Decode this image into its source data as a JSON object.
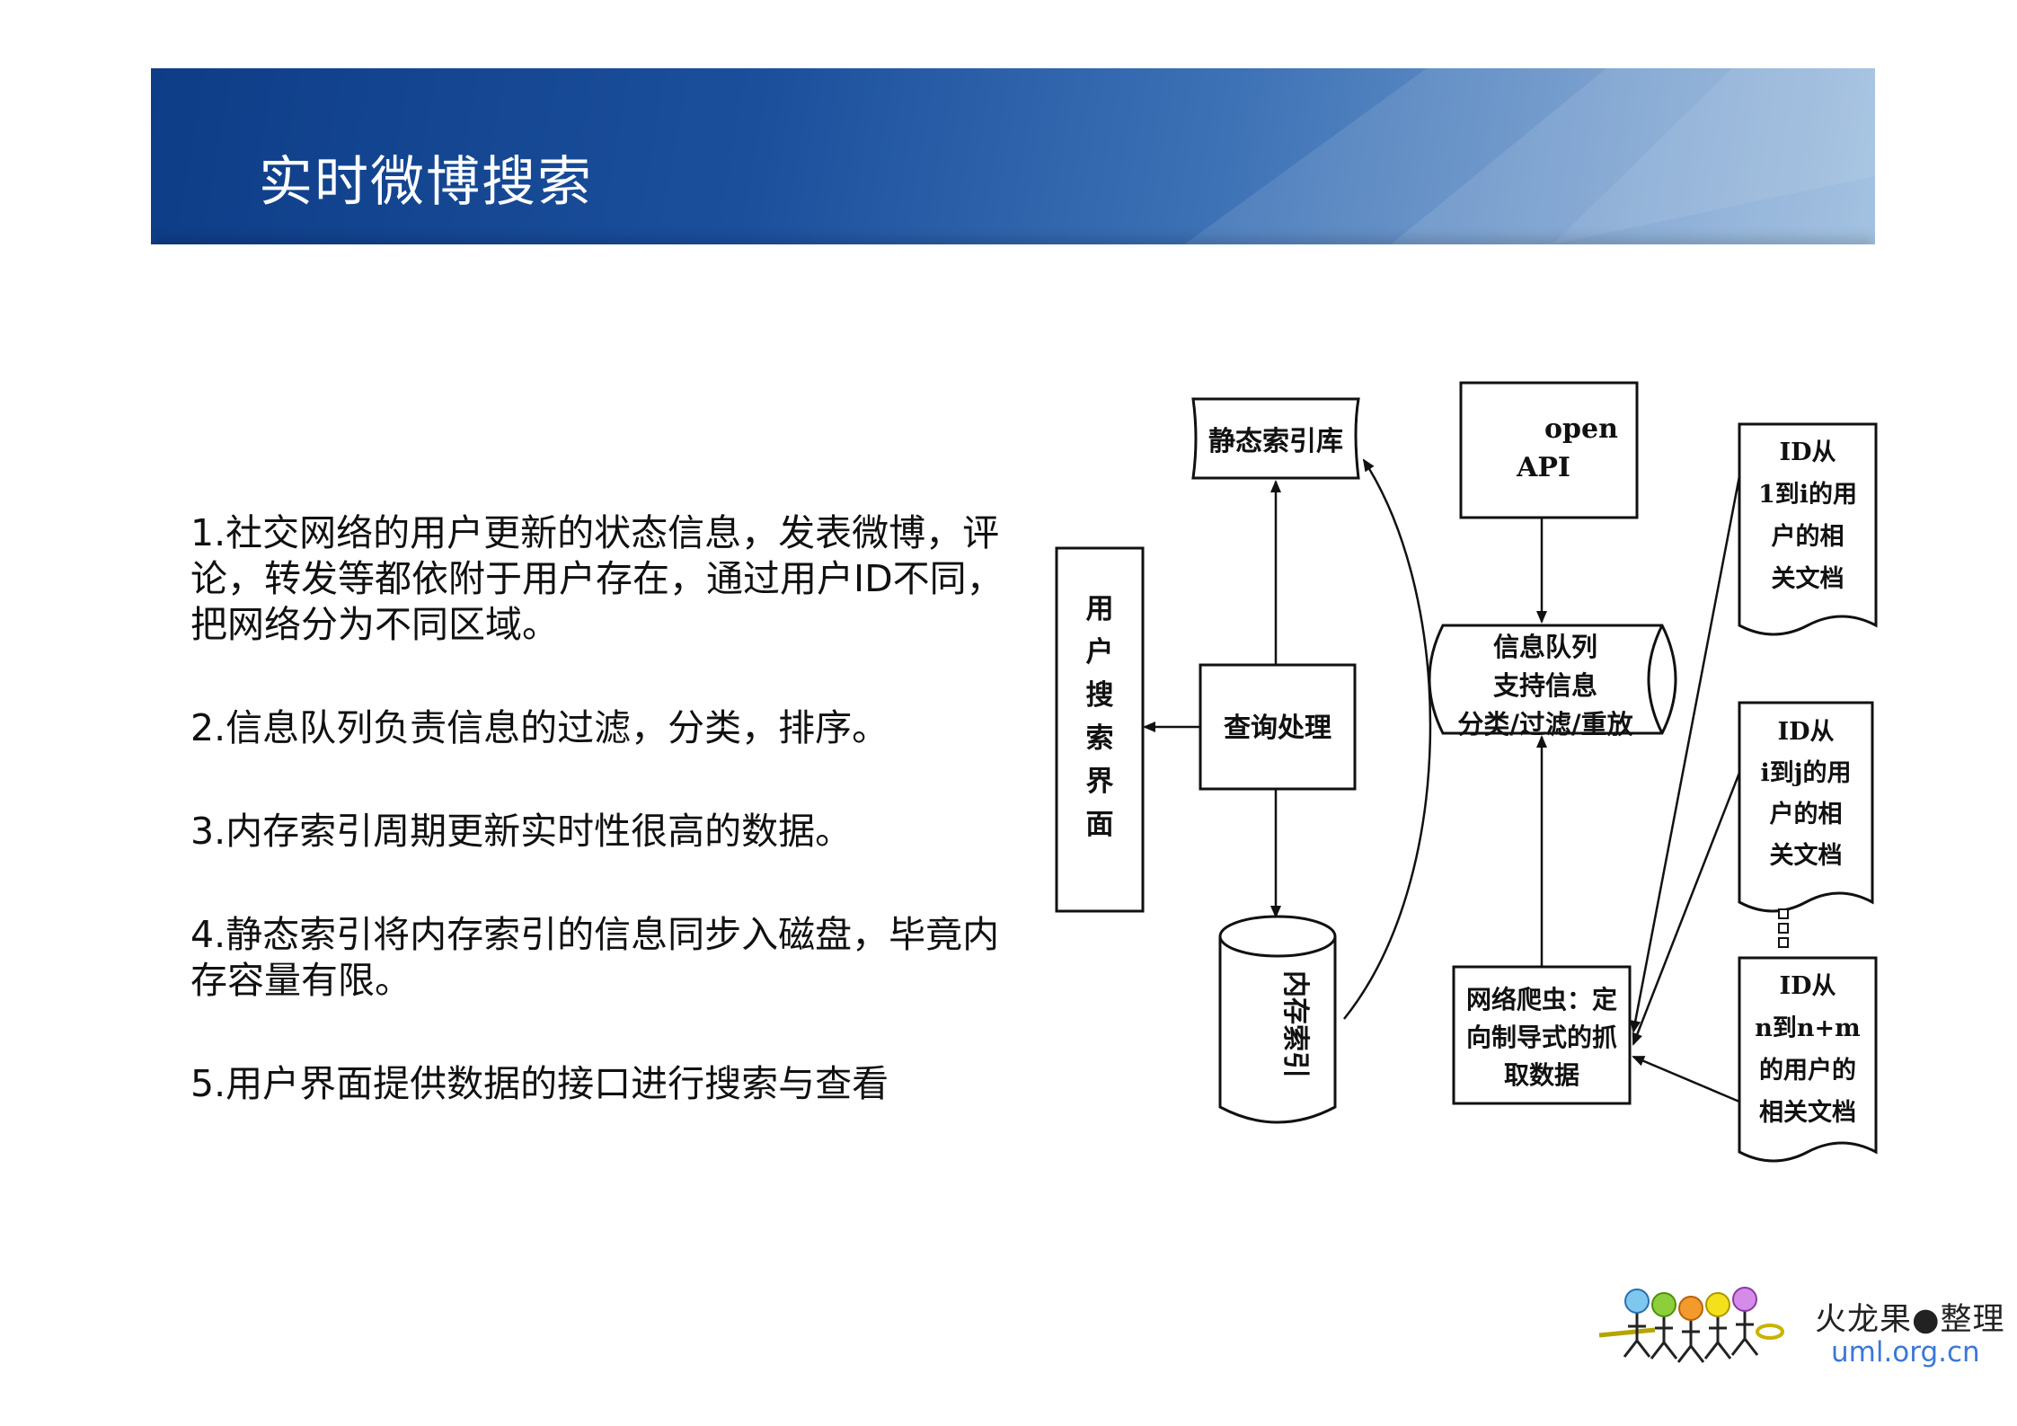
{
  "slide": {
    "title": "实时微博搜索",
    "points": [
      "1.社交网络的用户更新的状态信息，发表微博，评论，转发等都依附于用户存在，通过用户ID不同，把网络分为不同区域。",
      "2.信息队列负责信息的过滤，分类，排序。",
      "3.内存索引周期更新实时性很高的数据。",
      "4.静态索引将内存索引的信息同步入磁盘，毕竟内存容量有限。",
      "5.用户界面提供数据的接口进行搜索与查看"
    ]
  },
  "diagram": {
    "static_index": "静态索引库",
    "open_api": [
      "open",
      "API"
    ],
    "user_interface": [
      "用",
      "户",
      "搜",
      "索",
      "界",
      "面"
    ],
    "query": "查询处理",
    "queue": [
      "信息队列",
      "支持信息",
      "分类/过滤/重放"
    ],
    "memory_index": "内存索引",
    "crawler": [
      "网络爬虫：定",
      "向制导式的抓",
      "取数据"
    ],
    "doc1": [
      "ID从",
      "1到i的用",
      "户的相",
      "关文档"
    ],
    "doc2": [
      "ID从",
      "i到j的用",
      "户的相",
      "关文档"
    ],
    "doc3": [
      "ID从",
      "n到n+m",
      "的用户的",
      "相关文档"
    ]
  },
  "logo": {
    "name": "火龙果●整理",
    "url": "uml.org.cn"
  }
}
